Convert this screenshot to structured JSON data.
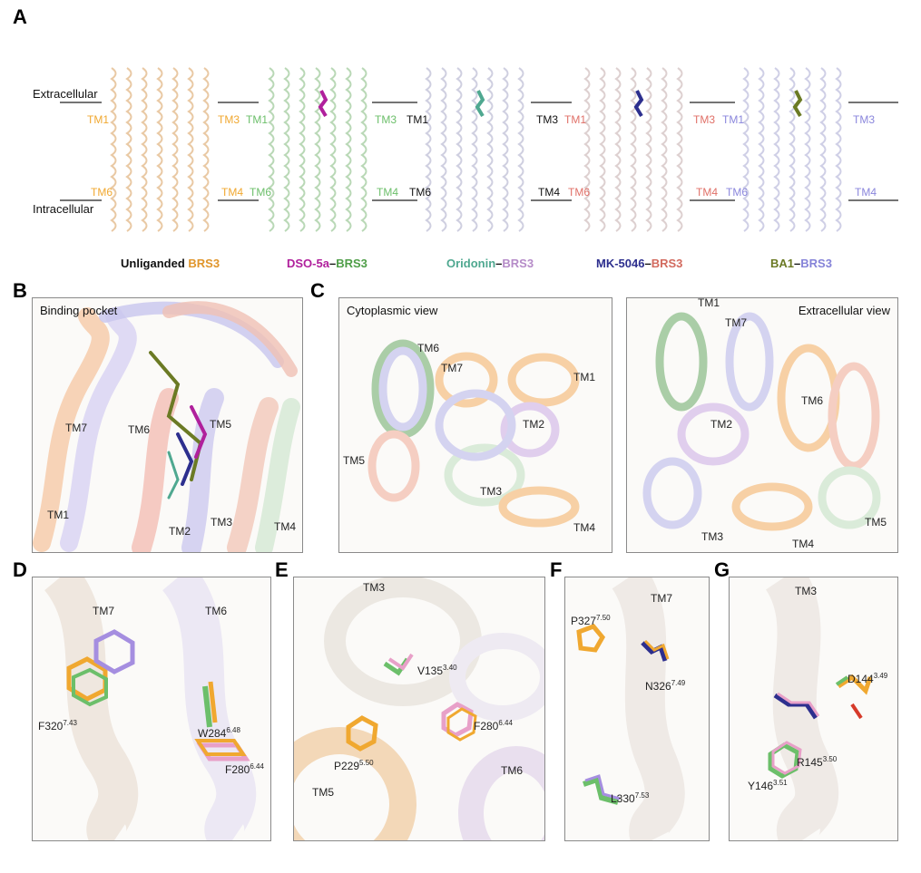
{
  "panels": {
    "A": {
      "label": "A"
    },
    "B": {
      "label": "B",
      "title": "Binding pocket",
      "tm_labels": [
        "TM7",
        "TM6",
        "TM5",
        "TM1",
        "TM2",
        "TM3",
        "TM4"
      ]
    },
    "C": {
      "label": "C",
      "cyto_title": "Cytoplasmic view",
      "extra_title": "Extracellular view",
      "cyto_tm": [
        "TM6",
        "TM7",
        "TM1",
        "TM2",
        "TM5",
        "TM3",
        "TM4"
      ],
      "extra_tm": [
        "TM1",
        "TM7",
        "TM6",
        "TM2",
        "TM5",
        "TM3",
        "TM4"
      ]
    },
    "D": {
      "label": "D",
      "tm": [
        "TM7",
        "TM6"
      ],
      "residues": [
        {
          "name": "F320",
          "sup": "7.43"
        },
        {
          "name": "W284",
          "sup": "6.48"
        },
        {
          "name": "F280",
          "sup": "6.44"
        }
      ]
    },
    "E": {
      "label": "E",
      "tm": [
        "TM3",
        "TM5",
        "TM6"
      ],
      "residues": [
        {
          "name": "V135",
          "sup": "3.40"
        },
        {
          "name": "F280",
          "sup": "6.44"
        },
        {
          "name": "P229",
          "sup": "5.50"
        }
      ]
    },
    "F": {
      "label": "F",
      "tm": [
        "TM7"
      ],
      "residues": [
        {
          "name": "P327",
          "sup": "7.50"
        },
        {
          "name": "N326",
          "sup": "7.49"
        },
        {
          "name": "L330",
          "sup": "7.53"
        }
      ]
    },
    "G": {
      "label": "G",
      "tm": [
        "TM3"
      ],
      "residues": [
        {
          "name": "D144",
          "sup": "3.49"
        },
        {
          "name": "R145",
          "sup": "3.50"
        },
        {
          "name": "Y146",
          "sup": "3.51"
        }
      ]
    }
  },
  "membrane": {
    "top": "Extracellular",
    "bottom": "Intracellular"
  },
  "structures": [
    {
      "tm1": "TM1",
      "tm3": "TM3",
      "tm6": "TM6",
      "tm4": "TM4",
      "ligand": "Unliganded",
      "receptor": "BRS3",
      "tm_color": "#f0a830",
      "ligand_color": "#111111",
      "receptor_color": "#e0952a"
    },
    {
      "tm1": "TM1",
      "tm3": "TM3",
      "tm6": "TM6",
      "tm4": "TM4",
      "ligand": "DSO-5a",
      "receptor": "BRS3",
      "tm_color": "#6cbf6a",
      "ligand_color": "#b0209c",
      "receptor_color": "#4f9e48"
    },
    {
      "tm1": "TM1",
      "tm3": "TM3",
      "tm6": "TM6",
      "tm4": "TM4",
      "ligand": "Oridonin",
      "receptor": "BRS3",
      "tm_color": "#111111",
      "ligand_color": "#4fa890",
      "receptor_color": "#b58bc8"
    },
    {
      "tm1": "TM1",
      "tm3": "TM3",
      "tm6": "TM6",
      "tm4": "TM4",
      "ligand": "MK-5046",
      "receptor": "BRS3",
      "tm_color": "#e07068",
      "ligand_color": "#2d2f8e",
      "receptor_color": "#d26a5e"
    },
    {
      "tm1": "TM1",
      "tm3": "TM3",
      "tm6": "TM6",
      "tm4": "TM4",
      "ligand": "BA1",
      "receptor": "BRS3",
      "tm_color": "#8a86dc",
      "ligand_color": "#6b7a24",
      "receptor_color": "#8583d8"
    }
  ],
  "dash": "–",
  "colors": {
    "orange": "#f0a830",
    "green": "#6cbf6a",
    "purple": "#a58ee0",
    "pink": "#e8a0c8",
    "magenta": "#b0209c",
    "navy": "#2d2f8e",
    "olive": "#6b7a24",
    "teal": "#4fa890"
  }
}
